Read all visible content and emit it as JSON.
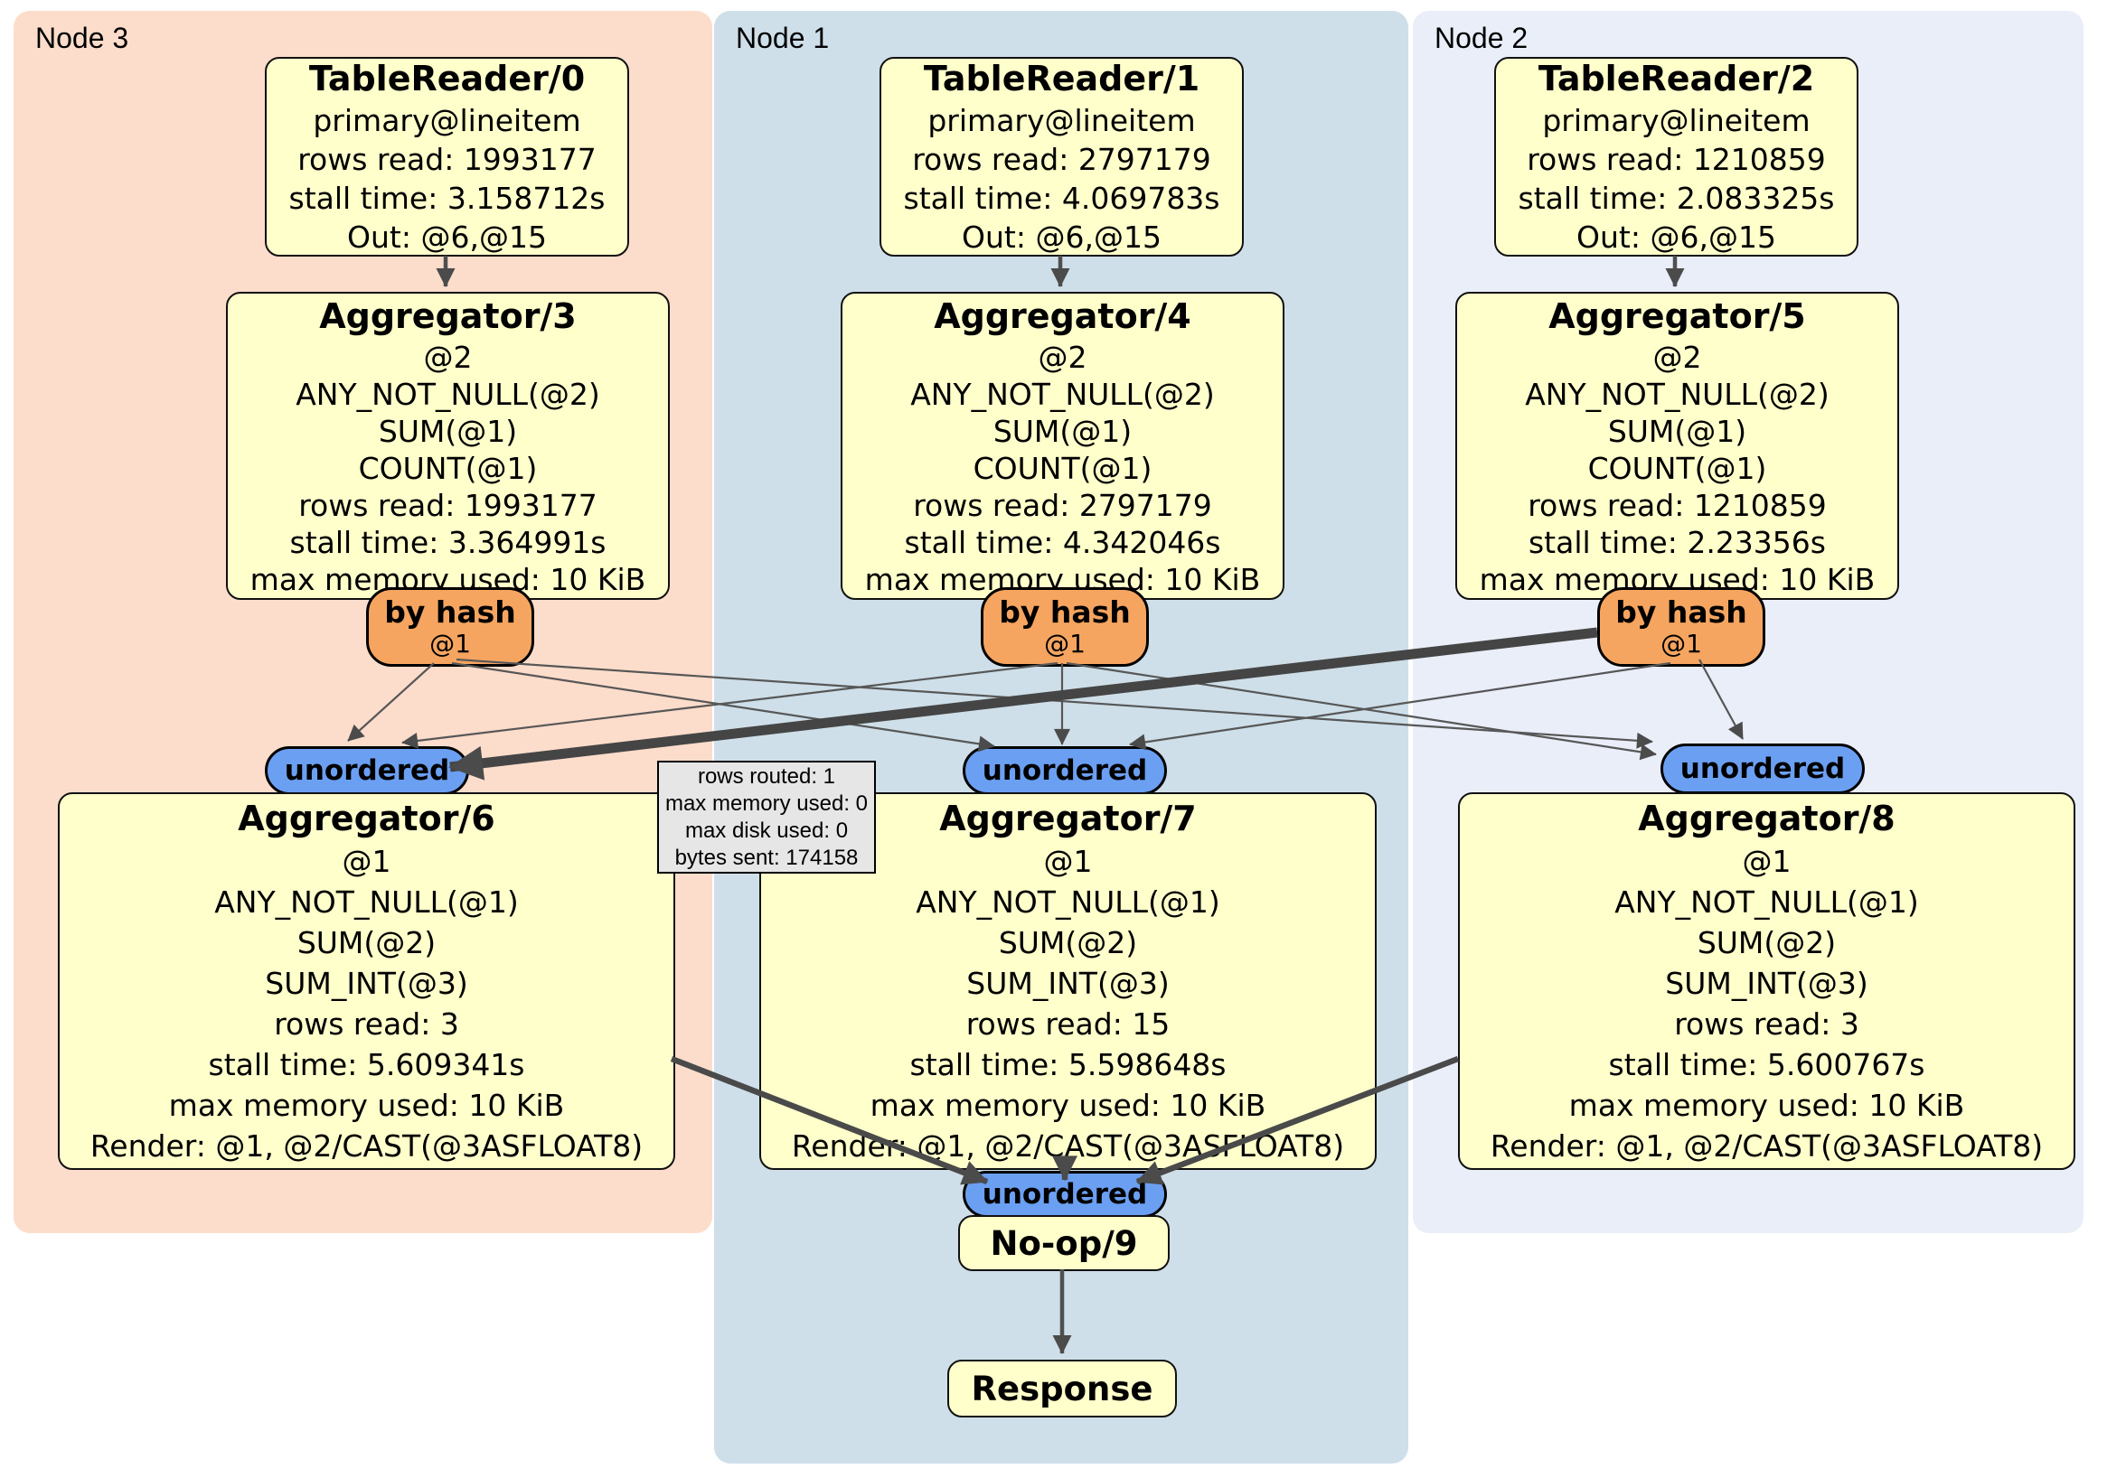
{
  "regions": {
    "node3": {
      "label": "Node 3"
    },
    "node1": {
      "label": "Node 1"
    },
    "node2": {
      "label": "Node 2"
    }
  },
  "processors": {
    "tablereader0": {
      "title": "TableReader/0",
      "lines": [
        "primary@lineitem",
        "rows read: 1993177",
        "stall time: 3.158712s",
        "Out: @6,@15"
      ]
    },
    "tablereader1": {
      "title": "TableReader/1",
      "lines": [
        "primary@lineitem",
        "rows read: 2797179",
        "stall time: 4.069783s",
        "Out: @6,@15"
      ]
    },
    "tablereader2": {
      "title": "TableReader/2",
      "lines": [
        "primary@lineitem",
        "rows read: 1210859",
        "stall time: 2.083325s",
        "Out: @6,@15"
      ]
    },
    "aggregator3": {
      "title": "Aggregator/3",
      "lines": [
        "@2",
        "ANY_NOT_NULL(@2)",
        "SUM(@1)",
        "COUNT(@1)",
        "rows read: 1993177",
        "stall time: 3.364991s",
        "max memory used: 10 KiB"
      ]
    },
    "aggregator4": {
      "title": "Aggregator/4",
      "lines": [
        "@2",
        "ANY_NOT_NULL(@2)",
        "SUM(@1)",
        "COUNT(@1)",
        "rows read: 2797179",
        "stall time: 4.342046s",
        "max memory used: 10 KiB"
      ]
    },
    "aggregator5": {
      "title": "Aggregator/5",
      "lines": [
        "@2",
        "ANY_NOT_NULL(@2)",
        "SUM(@1)",
        "COUNT(@1)",
        "rows read: 1210859",
        "stall time: 2.23356s",
        "max memory used: 10 KiB"
      ]
    },
    "aggregator6": {
      "title": "Aggregator/6",
      "lines": [
        "@1",
        "ANY_NOT_NULL(@1)",
        "SUM(@2)",
        "SUM_INT(@3)",
        "rows read: 3",
        "stall time: 5.609341s",
        "max memory used: 10 KiB",
        "Render: @1, @2/CAST(@3ASFLOAT8)"
      ]
    },
    "aggregator7": {
      "title": "Aggregator/7",
      "lines": [
        "@1",
        "ANY_NOT_NULL(@1)",
        "SUM(@2)",
        "SUM_INT(@3)",
        "rows read: 15",
        "stall time: 5.598648s",
        "max memory used: 10 KiB",
        "Render: @1, @2/CAST(@3ASFLOAT8)"
      ]
    },
    "aggregator8": {
      "title": "Aggregator/8",
      "lines": [
        "@1",
        "ANY_NOT_NULL(@1)",
        "SUM(@2)",
        "SUM_INT(@3)",
        "rows read: 3",
        "stall time: 5.600767s",
        "max memory used: 10 KiB",
        "Render: @1, @2/CAST(@3ASFLOAT8)"
      ]
    },
    "noop9": {
      "title": "No-op/9"
    },
    "response": {
      "title": "Response"
    }
  },
  "routers": {
    "hash3": {
      "label": "by hash",
      "detail": "@1"
    },
    "hash4": {
      "label": "by hash",
      "detail": "@1"
    },
    "hash5": {
      "label": "by hash",
      "detail": "@1"
    }
  },
  "syncs": {
    "unordered6": {
      "label": "unordered"
    },
    "unordered7": {
      "label": "unordered"
    },
    "unordered8": {
      "label": "unordered"
    },
    "unordered9": {
      "label": "unordered"
    }
  },
  "tooltip": {
    "lines": [
      "rows routed: 1",
      "max memory used: 0",
      "max disk used: 0",
      "bytes sent: 174158"
    ]
  },
  "colors": {
    "node3_bg": "#fcdccb",
    "node1_bg": "#cedfe9",
    "node2_bg": "#e9eef9",
    "processor_bg": "#ffffcc",
    "router_bg": "#f5a55f",
    "sync_bg": "#6b9ff2",
    "tooltip_bg": "#e6e6e6",
    "edge": "#4f4f4f"
  }
}
